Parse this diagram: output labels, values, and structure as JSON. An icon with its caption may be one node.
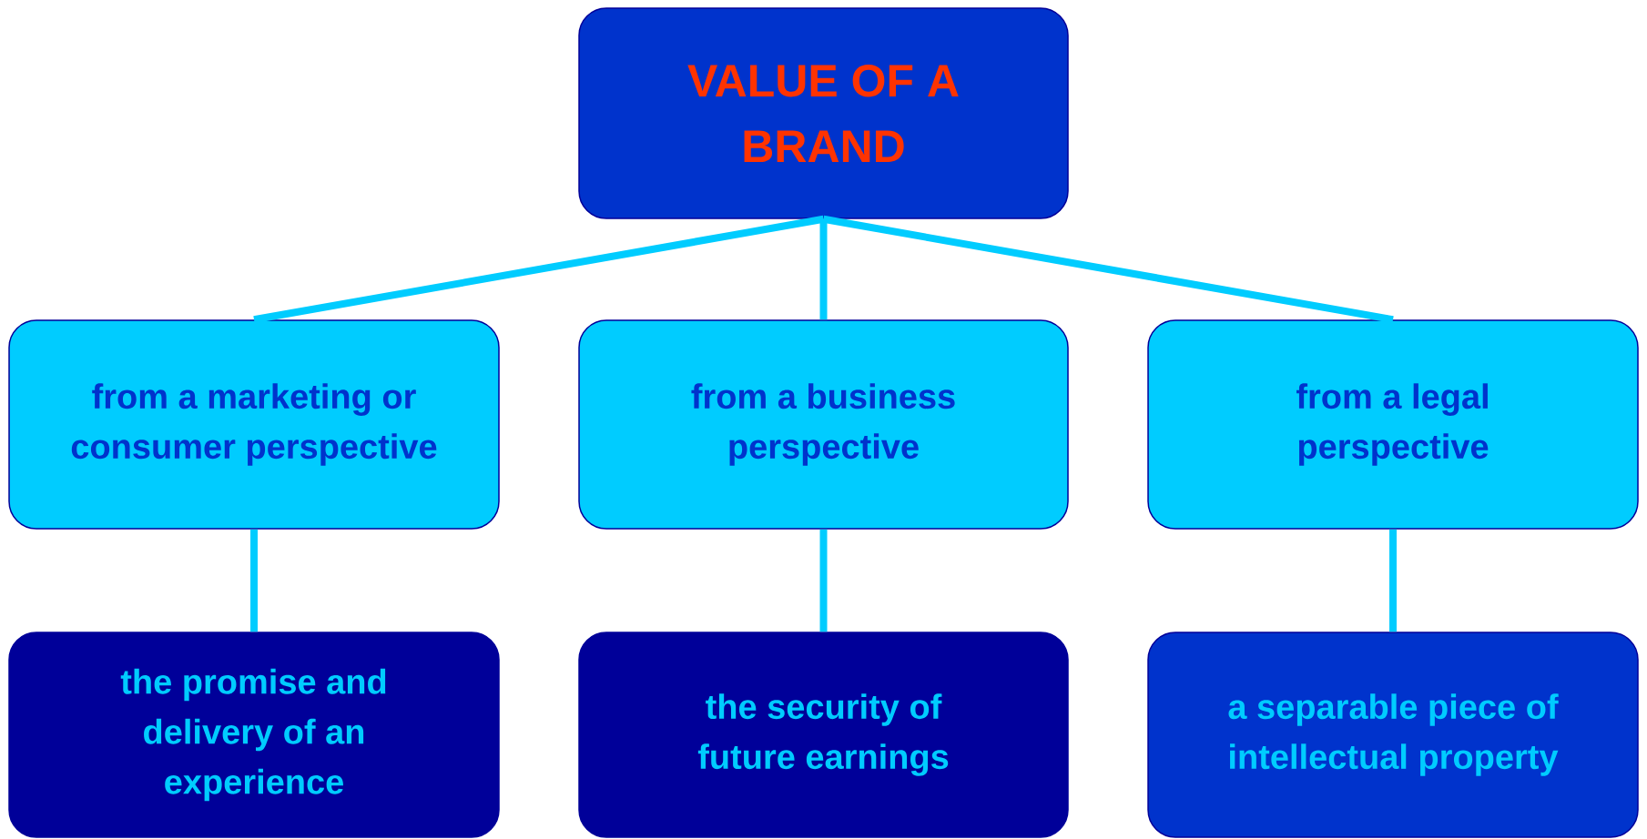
{
  "diagram": {
    "nodes": [
      {
        "text": [
          "VALUE OF A BRAND"
        ]
      },
      {
        "text": [
          "from a marketing or consumer perspective"
        ]
      },
      {
        "text": [
          "from a business perspective"
        ]
      },
      {
        "text": [
          "from a legal perspective"
        ]
      },
      {
        "text": [
          "the promise and delivery of an experience"
        ]
      },
      {
        "text": [
          "the security of future earnings"
        ]
      },
      {
        "text": [
          "a separable piece of intellectual property"
        ]
      }
    ],
    "edges": [
      {
        "from": 0,
        "to": 1,
        "arrow": "none"
      },
      {
        "from": 0,
        "to": 2,
        "arrow": "none"
      },
      {
        "from": 0,
        "to": 3,
        "arrow": "none"
      },
      {
        "from": 1,
        "to": 4,
        "arrow": "none"
      },
      {
        "from": 2,
        "to": 5,
        "arrow": "none"
      },
      {
        "from": 3,
        "to": 6,
        "arrow": "none"
      }
    ]
  }
}
